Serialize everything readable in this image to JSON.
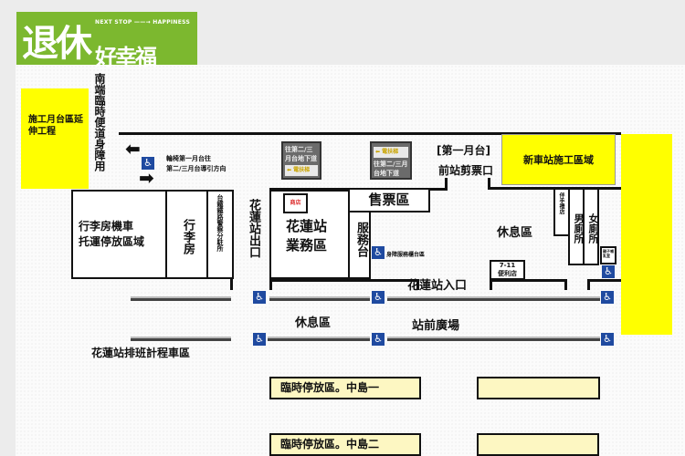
{
  "logo": {
    "main": "退休",
    "sub": "好幸福",
    "tagline": "NEXT STOP ——→ HAPPINESS",
    "bg": "#7cb82f"
  },
  "left_construction": "施工月台區延伸工程",
  "south_path": "南端臨時便道身障用",
  "wheelchair_guide": [
    "輪椅第一月台往",
    "第二/三月台導引方向"
  ],
  "sign_left": {
    "text": "往第二/三月台地下道",
    "escalator": "電扶梯"
  },
  "sign_right": {
    "text": "往第二/三月台地下道",
    "escalator": "電扶梯"
  },
  "platform1": [
    "[第一月台]",
    "前站剪票口"
  ],
  "new_station": "新車站施工區域",
  "luggage_parking": [
    "行李房機車",
    "托運停放區域"
  ],
  "luggage_room": "行李房",
  "police": "台鐵鐵路警察分駐所",
  "exit": "花蓮站出口",
  "business": [
    "花蓮站",
    "業務區"
  ],
  "shop_logo": "商店",
  "tickets": "售票區",
  "service": "服務台",
  "disabled_service": "身障服務櫃台區",
  "rest_inner": "休息區",
  "souvenir": "伴手禮店",
  "men_wc": "男廁所",
  "women_wc": "女廁所",
  "family_room": "親子哺乳室",
  "seven": [
    "7-11",
    "便利店"
  ],
  "entrance": "花蓮站入口",
  "rest_outer": "休息區",
  "plaza": "站前廣場",
  "taxi": "花蓮站排班計程車區",
  "parking1": "臨時停放區。中島一",
  "parking2": "臨時停放區。中島二",
  "wheelchair_icon": "♿"
}
